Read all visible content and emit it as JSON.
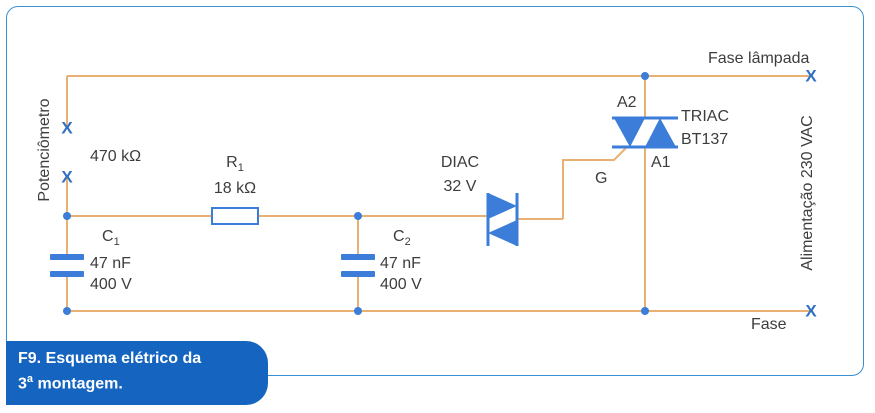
{
  "labels": {
    "fase_lampada": "Fase lâmpada",
    "fase": "Fase",
    "potenciometro": "Potenciômetro",
    "pot_value": "470 kΩ",
    "alimentacao": "Alimentação 230 VAC",
    "r1_letter": "R",
    "r1_sub": "1",
    "r1_value": "18 kΩ",
    "c1_letter": "C",
    "c1_sub": "1",
    "c1_cap": "47 nF",
    "c1_volt": "400 V",
    "c2_letter": "C",
    "c2_sub": "2",
    "c2_cap": "47 nF",
    "c2_volt": "400 V",
    "diac_name": "DIAC",
    "diac_volt": "32 V",
    "triac_a2": "A2",
    "triac_name": "TRIAC",
    "triac_part": "BT137",
    "triac_a1": "A1",
    "triac_g": "G",
    "terminal_mark": "X"
  },
  "caption": {
    "line1": "F9. Esquema elétrico da",
    "line2_prefix": "3",
    "line2_sup": "a",
    "line2_suffix": " montagem."
  },
  "colors": {
    "wire": "#e8b173",
    "component": "#3b7dd8",
    "accent": "#1565c0",
    "border": "#3a8fd0"
  }
}
